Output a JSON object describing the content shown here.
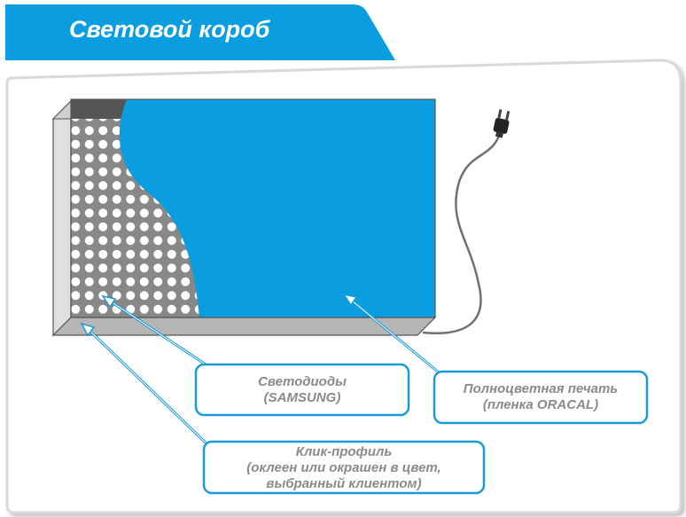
{
  "title": "Световой короб",
  "callouts": {
    "leds": {
      "line1": "Светодиоды",
      "line2": "(SAMSUNG)"
    },
    "print": {
      "line1": "Полноцветная печать",
      "line2": "(пленка ORACAL)"
    },
    "profile": {
      "line1": "Клик-профиль",
      "line2": "(оклеен или окрашен в цвет,",
      "line3": "выбранный клиентом)"
    }
  },
  "icons": [
    "power-plug-icon"
  ],
  "colors": {
    "accent_blue": "#0a9ee0",
    "panel_border": "#d9d9d9",
    "led_dot": "#ffffff",
    "backplate": "#888888",
    "frame_gray": "#b5b5b5",
    "callout_border": "#1a9ad6"
  }
}
